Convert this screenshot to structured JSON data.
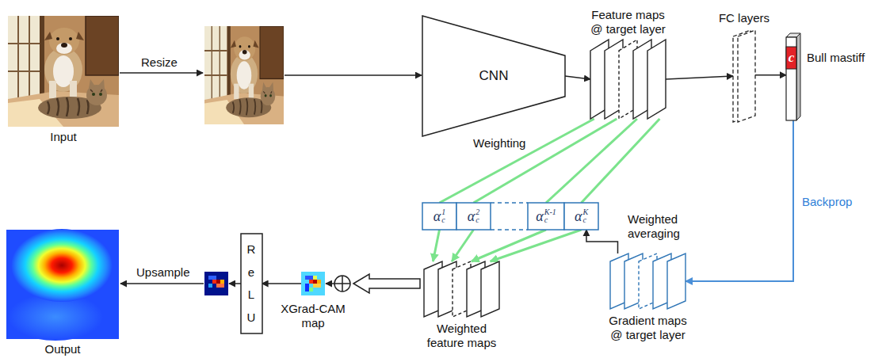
{
  "diagram": {
    "nodes": [
      {
        "text": [
          "Input"
        ]
      },
      {
        "text": [
          "CNN"
        ]
      },
      {
        "text": [
          "Feature maps @ target layer"
        ]
      },
      {
        "text": [
          "FC layers"
        ]
      },
      {
        "text": [
          "c",
          "Bull mastiff"
        ]
      },
      {
        "text": [
          "α",
          "c",
          "1"
        ]
      },
      {
        "text": [
          "α",
          "c",
          "2"
        ]
      },
      {
        "text": [
          "α",
          "c",
          "K-1"
        ]
      },
      {
        "text": [
          "α",
          "c",
          "K"
        ]
      },
      {
        "text": [
          "Gradient maps @ target layer"
        ]
      },
      {
        "text": [
          "Weighted feature maps"
        ]
      },
      {
        "text": [
          "XGrad-CAM map"
        ]
      },
      {
        "text": [
          "ReLU"
        ]
      },
      {
        "text": [
          "Output"
        ]
      }
    ],
    "edges": [
      {
        "from": 1,
        "to": 2,
        "arrow": "to"
      },
      {
        "from": 2,
        "to": 3,
        "arrow": "to"
      },
      {
        "from": 3,
        "to": 4,
        "arrow": "to"
      },
      {
        "from": 4,
        "to": 9,
        "label": "Backprop",
        "arrow": "to"
      },
      {
        "from": 2,
        "to": 5,
        "arrow": "none"
      },
      {
        "from": 2,
        "to": 6,
        "arrow": "none"
      },
      {
        "from": 2,
        "to": 7,
        "arrow": "none"
      },
      {
        "from": 2,
        "to": 8,
        "arrow": "none"
      },
      {
        "from": 5,
        "to": 10,
        "arrow": "to"
      },
      {
        "from": 6,
        "to": 10,
        "arrow": "to"
      },
      {
        "from": 7,
        "to": 10,
        "arrow": "to"
      },
      {
        "from": 8,
        "to": 10,
        "arrow": "to"
      },
      {
        "from": 9,
        "to": 8,
        "label": "Weighted averaging",
        "arrow": "to"
      },
      {
        "from": 11,
        "to": 12,
        "arrow": "to"
      }
    ],
    "labels": [
      "Resize",
      "Weighting",
      "Upsample"
    ]
  }
}
